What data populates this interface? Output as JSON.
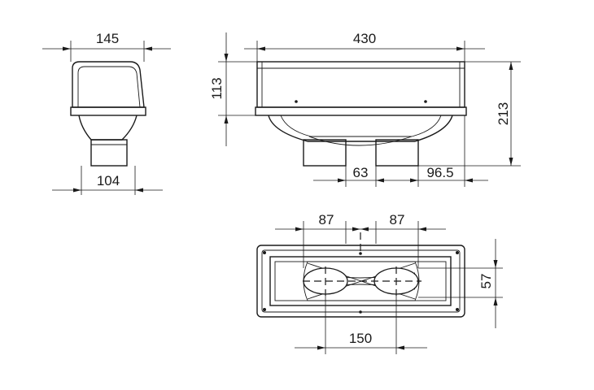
{
  "dimensions": {
    "side_top_width": "145",
    "side_bottom_width": "104",
    "front_width": "430",
    "front_height_housing": "113",
    "front_height_total": "213",
    "front_spigot_width": "63",
    "front_spigot_offset": "96.5",
    "plan_spacing_left": "87",
    "plan_spacing_right": "87",
    "plan_spigot_height": "57",
    "plan_center_distance": "150"
  }
}
